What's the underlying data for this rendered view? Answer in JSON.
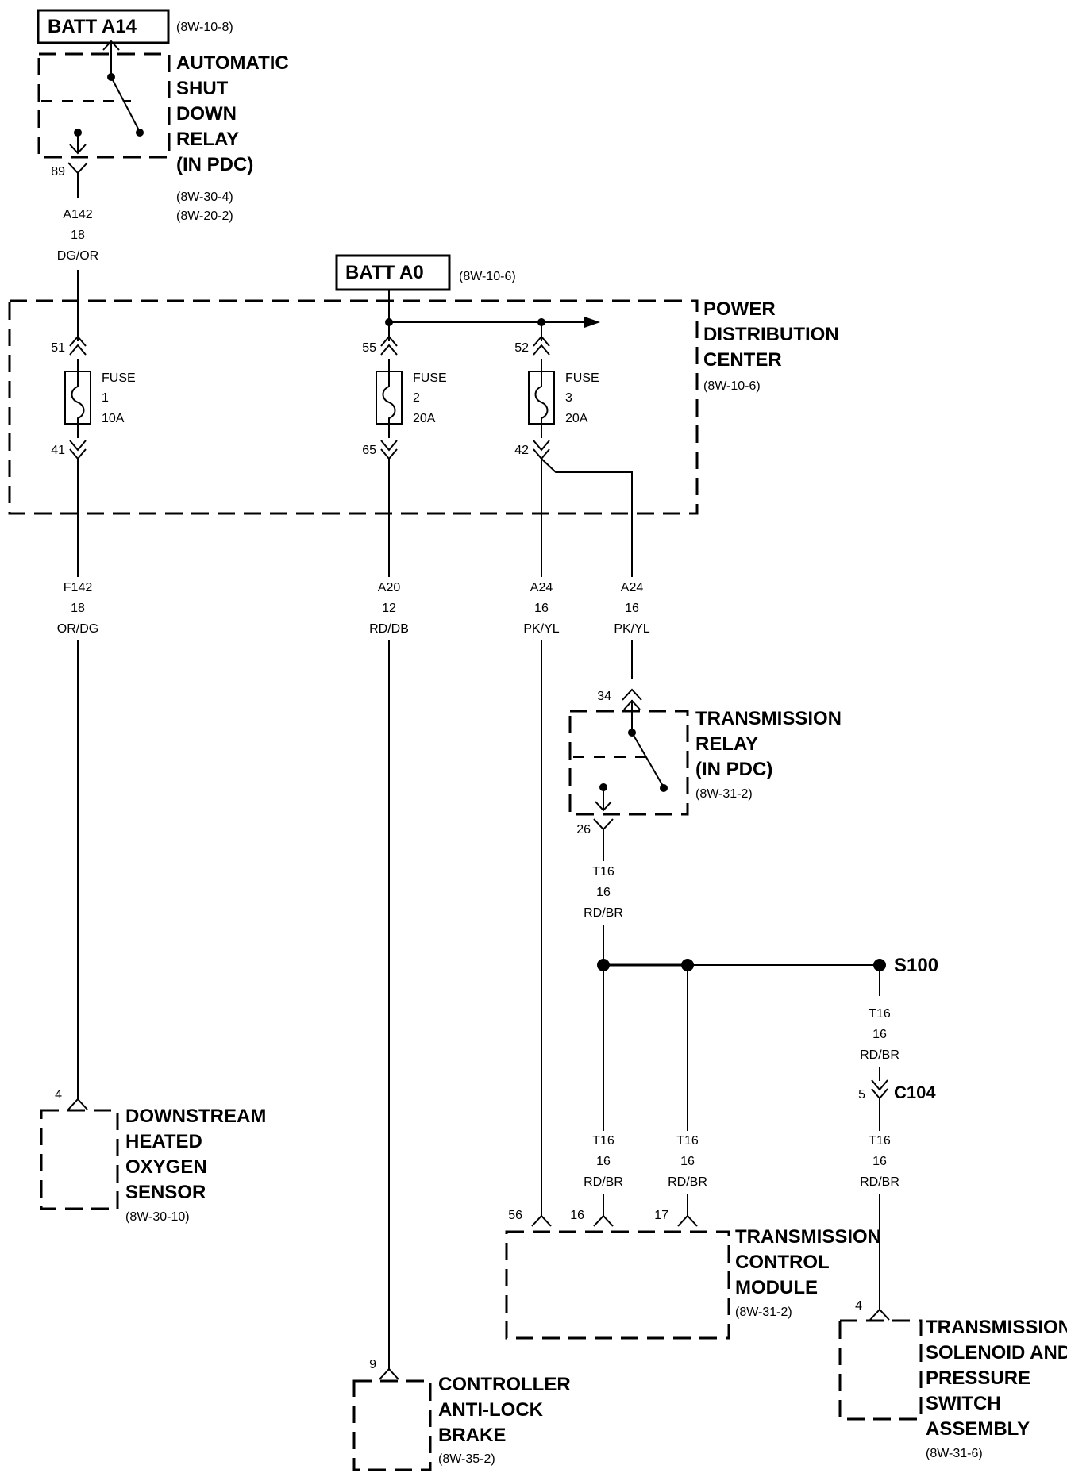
{
  "batt_a14": {
    "label": "BATT A14",
    "ref": "(8W-10-8)"
  },
  "asd_relay": {
    "lines": [
      "AUTOMATIC",
      "SHUT",
      "DOWN",
      "RELAY",
      "(IN PDC)"
    ],
    "refs": [
      "(8W-30-4)",
      "(8W-20-2)"
    ],
    "pin": "89"
  },
  "wire_a142": [
    "A142",
    "18",
    "DG/OR"
  ],
  "batt_a0": {
    "label": "BATT A0",
    "ref": "(8W-10-6)"
  },
  "pdc": {
    "lines": [
      "POWER",
      "DISTRIBUTION",
      "CENTER"
    ],
    "ref": "(8W-10-6)"
  },
  "fuses": [
    {
      "in_pin": "51",
      "out_pin": "41",
      "lines": [
        "FUSE",
        "1",
        "10A"
      ]
    },
    {
      "in_pin": "55",
      "out_pin": "65",
      "lines": [
        "FUSE",
        "2",
        "20A"
      ]
    },
    {
      "in_pin": "52",
      "out_pin": "42",
      "lines": [
        "FUSE",
        "3",
        "20A"
      ]
    }
  ],
  "wires_mid": [
    [
      "F142",
      "18",
      "OR/DG"
    ],
    [
      "A20",
      "12",
      "RD/DB"
    ],
    [
      "A24",
      "16",
      "PK/YL"
    ],
    [
      "A24",
      "16",
      "PK/YL"
    ]
  ],
  "trans_relay": {
    "lines": [
      "TRANSMISSION",
      "RELAY",
      "(IN PDC)"
    ],
    "ref": "(8W-31-2)",
    "pin_in": "34",
    "pin_out": "26"
  },
  "wire_t16": [
    "T16",
    "16",
    "RD/BR"
  ],
  "splice": "S100",
  "connector": {
    "pin": "5",
    "label": "C104"
  },
  "o2_sensor": {
    "pin": "4",
    "lines": [
      "DOWNSTREAM",
      "HEATED",
      "OXYGEN",
      "SENSOR"
    ],
    "ref": "(8W-30-10)"
  },
  "abs": {
    "pin": "9",
    "lines": [
      "CONTROLLER",
      "ANTI-LOCK",
      "BRAKE"
    ],
    "ref": "(8W-35-2)"
  },
  "tcm": {
    "pins": [
      "56",
      "16",
      "17"
    ],
    "lines": [
      "TRANSMISSION",
      "CONTROL",
      "MODULE"
    ],
    "ref": "(8W-31-2)"
  },
  "solenoid": {
    "pin": "4",
    "lines": [
      "TRANSMISSION",
      "SOLENOID AND",
      "PRESSURE",
      "SWITCH",
      "ASSEMBLY"
    ],
    "ref": "(8W-31-6)"
  }
}
